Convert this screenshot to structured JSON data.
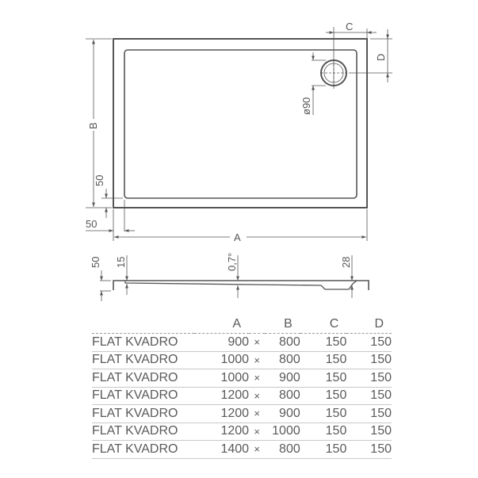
{
  "diagram": {
    "top_view": {
      "dim_a": "A",
      "dim_b": "B",
      "dim_c": "C",
      "dim_d": "D",
      "drain_diameter": "ø90",
      "rim_left": "50",
      "rim_bottom": "50"
    },
    "profile_view": {
      "height": "50",
      "rim": "15",
      "slope": "0,7°",
      "drain_depth": "28"
    },
    "line_color": "#555555"
  },
  "table": {
    "headers": [
      "",
      "A",
      "",
      "B",
      "C",
      "D"
    ],
    "rows": [
      {
        "name": "FLAT KVADRO",
        "a": "900",
        "x": "×",
        "b": "800",
        "c": "150",
        "d": "150"
      },
      {
        "name": "FLAT KVADRO",
        "a": "1000",
        "x": "×",
        "b": "800",
        "c": "150",
        "d": "150"
      },
      {
        "name": "FLAT KVADRO",
        "a": "1000",
        "x": "×",
        "b": "900",
        "c": "150",
        "d": "150"
      },
      {
        "name": "FLAT KVADRO",
        "a": "1200",
        "x": "×",
        "b": "800",
        "c": "150",
        "d": "150"
      },
      {
        "name": "FLAT KVADRO",
        "a": "1200",
        "x": "×",
        "b": "900",
        "c": "150",
        "d": "150"
      },
      {
        "name": "FLAT KVADRO",
        "a": "1200",
        "x": "×",
        "b": "1000",
        "c": "150",
        "d": "150"
      },
      {
        "name": "FLAT KVADRO",
        "a": "1400",
        "x": "×",
        "b": "800",
        "c": "150",
        "d": "150"
      }
    ]
  }
}
